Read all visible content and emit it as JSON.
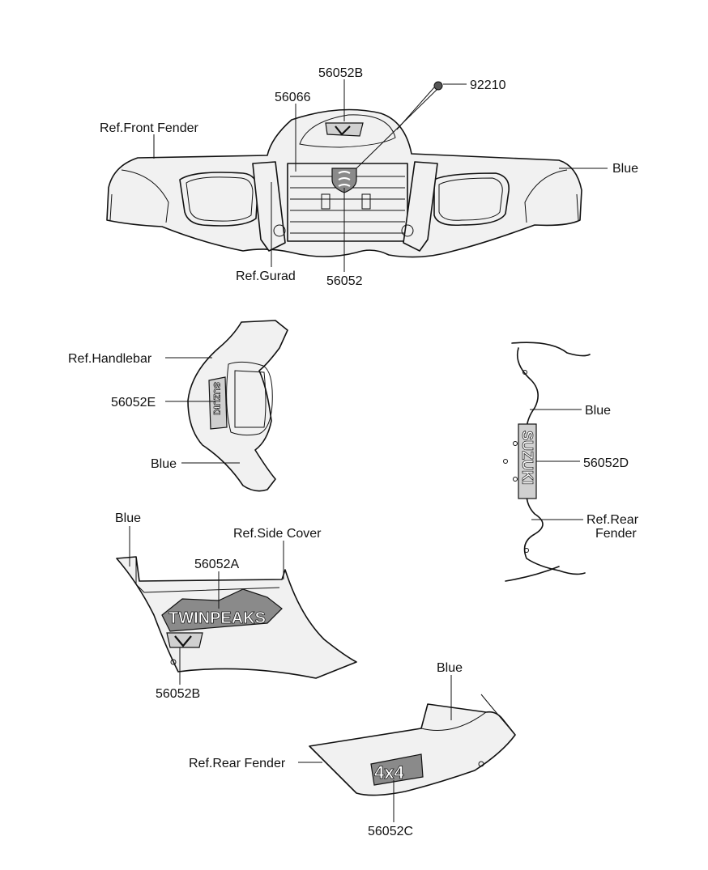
{
  "labels": {
    "p56052b_top": "56052B",
    "p92210": "92210",
    "p56066": "56066",
    "ref_front_fender": "Ref.Front Fender",
    "blue_front": "Blue",
    "ref_guard": "Ref.Gurad",
    "p56052": "56052",
    "ref_handlebar": "Ref.Handlebar",
    "p56052e": "56052E",
    "blue_handlebar": "Blue",
    "blue_rear_side": "Blue",
    "p56052d": "56052D",
    "ref_rear_fender_1": "Ref.Rear",
    "ref_rear_fender_2": "Fender",
    "blue_side_cover": "Blue",
    "ref_side_cover": "Ref.Side Cover",
    "p56052a": "56052A",
    "p56052b_side": "56052B",
    "blue_rear": "Blue",
    "ref_rear_fender": "Ref.Rear Fender",
    "p56052c": "56052C"
  },
  "decals": {
    "suzuki_vertical": "SUZUKI",
    "suzuki_handlebar": "SUZUKI",
    "twinpeaks": "TWINPEAKS",
    "four_by_four": "4x4"
  }
}
